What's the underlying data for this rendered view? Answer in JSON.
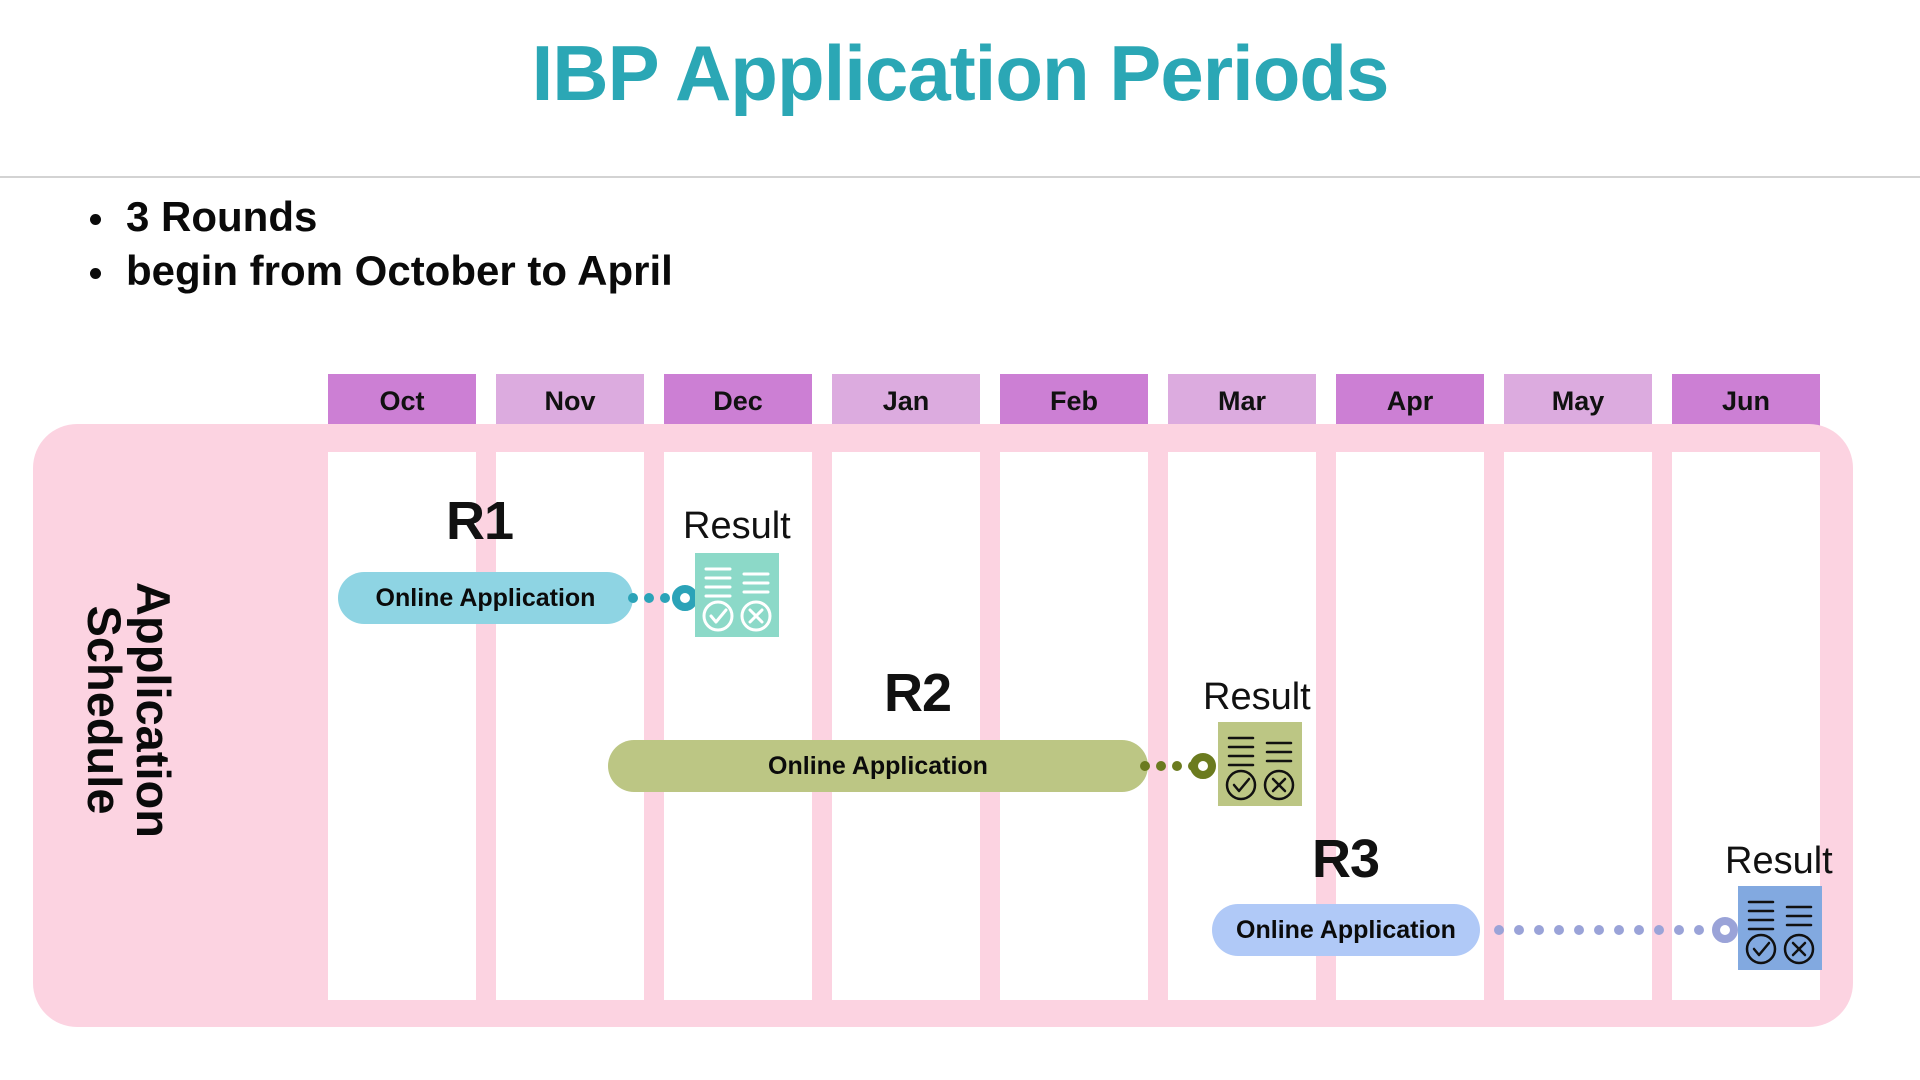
{
  "title": "IBP Application Periods",
  "title_color": "#2BA7B5",
  "bullets": [
    "3 Rounds",
    "begin from October to April"
  ],
  "timeline": {
    "panel_label": "Application\nSchedule",
    "panel_color": "#fcd3e1",
    "months": [
      {
        "label": "Oct",
        "shade": "dark"
      },
      {
        "label": "Nov",
        "shade": "light"
      },
      {
        "label": "Dec",
        "shade": "dark"
      },
      {
        "label": "Jan",
        "shade": "light"
      },
      {
        "label": "Feb",
        "shade": "dark"
      },
      {
        "label": "Mar",
        "shade": "light"
      },
      {
        "label": "Apr",
        "shade": "dark"
      },
      {
        "label": "May",
        "shade": "light"
      },
      {
        "label": "Jun",
        "shade": "dark"
      }
    ],
    "month_dark_color": "#cc7fd4",
    "month_light_color": "#dcabdf",
    "rounds": [
      {
        "id": "R1",
        "label": "R1",
        "bar_label": "Online Application",
        "bar_color": "#8ed4e3",
        "accent_color": "#2ba3b8",
        "result_label": "Result",
        "result_icon_color": "#8cd9c8",
        "result_icon_detail_color": "#ffffff",
        "start_month": "Oct",
        "end_month": "Dec",
        "result_month": "Dec"
      },
      {
        "id": "R2",
        "label": "R2",
        "bar_label": "Online Application",
        "bar_color": "#bcc684",
        "accent_color": "#6b7b1f",
        "result_label": "Result",
        "result_icon_color": "#bcc684",
        "result_icon_detail_color": "#111111",
        "start_month": "Dec",
        "end_month": "Mar",
        "result_month": "Mar"
      },
      {
        "id": "R3",
        "label": "R3",
        "bar_label": "Online Application",
        "bar_color": "#b0c9f7",
        "accent_color": "#9aa3d8",
        "result_label": "Result",
        "result_icon_color": "#82a9e0",
        "result_icon_detail_color": "#111111",
        "start_month": "Mar",
        "end_month": "Apr",
        "result_month": "Jun"
      }
    ]
  }
}
